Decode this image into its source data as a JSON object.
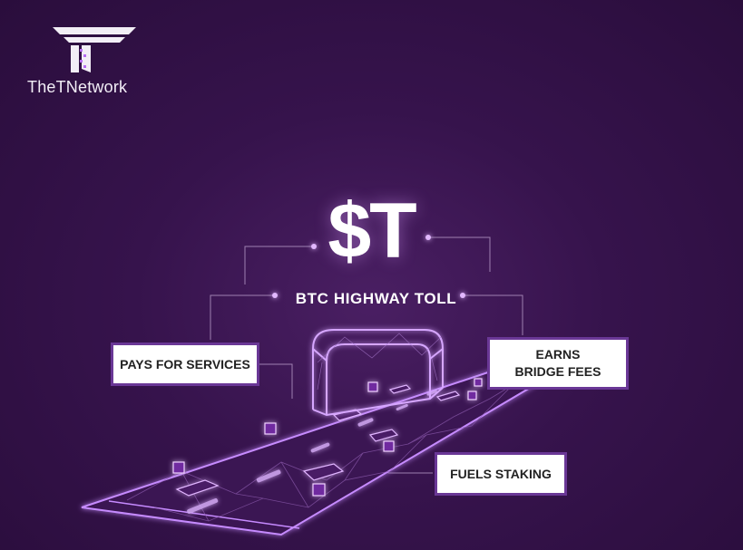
{
  "brand": {
    "name": "TheTNetwork"
  },
  "hero": {
    "symbol": "$T",
    "subtitle": "BTC HIGHWAY TOLL"
  },
  "callouts": {
    "pays": "PAYS FOR SERVICES",
    "earns_line1": "EARNS",
    "earns_line2": "BRIDGE FEES",
    "fuels": "FUELS STAKING"
  },
  "colors": {
    "background": "#36134c",
    "accent": "#b46cf0",
    "box_border": "#6a3796"
  }
}
